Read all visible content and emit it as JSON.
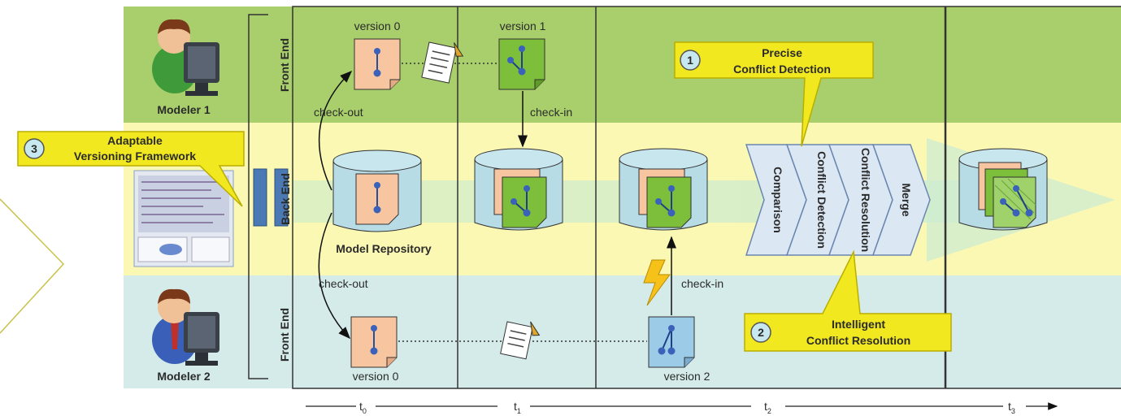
{
  "modelers": {
    "m1": "Modeler 1",
    "m2": "Modeler 2"
  },
  "lanes": {
    "front_end_top": "Front End",
    "back_end": "Back End",
    "front_end_bottom": "Front End"
  },
  "versions": {
    "v0_top": "version 0",
    "v1": "version 1",
    "v0_bottom": "version 0",
    "v2": "version 2"
  },
  "actions": {
    "checkout_top": "check-out",
    "checkin_top": "check-in",
    "checkout_bottom": "check-out",
    "checkin_bottom": "check-in"
  },
  "repository": "Model Repository",
  "pipeline": [
    "Comparison",
    "Conflict Detection",
    "Conflict Resolution",
    "Merge"
  ],
  "callouts": {
    "c1": {
      "num": "1",
      "line1": "Precise",
      "line2": "Conflict Detection"
    },
    "c2": {
      "num": "2",
      "line1": "Intelligent",
      "line2": "Conflict Resolution"
    },
    "c3": {
      "num": "3",
      "line1": "Adaptable",
      "line2": "Versioning Framework"
    }
  },
  "timeline": {
    "t0": "t",
    "t0_sub": "0",
    "t1": "t",
    "t1_sub": "1",
    "t2": "t",
    "t2_sub": "2",
    "t3": "t",
    "t3_sub": "3"
  },
  "colors": {
    "front_end_top": "#a8cf6b",
    "back_end": "#fbf8b4",
    "front_end_bottom": "#d4ebea",
    "repository": "#b7dce6",
    "doc_orange": "#f7c6a0",
    "doc_green": "#7dbf3a",
    "doc_blue": "#9ccbe8",
    "callout": "#f2e820"
  }
}
